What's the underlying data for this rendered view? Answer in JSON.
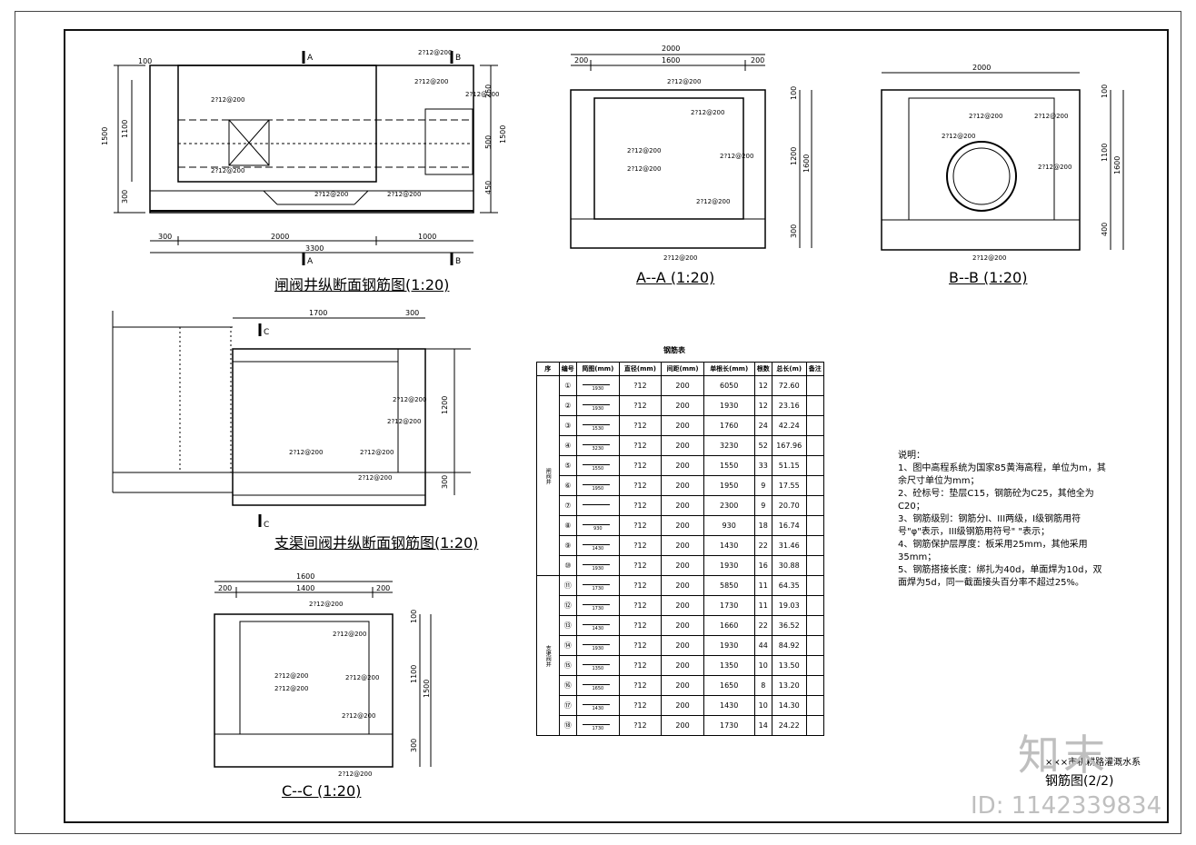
{
  "drawings": {
    "long_section": {
      "title": "闸阀井纵断面钢筋图(1:20)",
      "section_marks": [
        "A",
        "A",
        "B",
        "B"
      ],
      "dims": [
        "100",
        "1500",
        "1100",
        "300",
        "250",
        "500",
        "1500",
        "450",
        "300",
        "2000",
        "1000",
        "3300"
      ],
      "rebar_tags": [
        "2?12@200",
        "2?12@200",
        "2?12@200",
        "2?12@200",
        "2?12@200",
        "2?12@200",
        "2?12@200"
      ]
    },
    "section_aa": {
      "title": "A--A  (1:20)",
      "dims": [
        "2000",
        "200",
        "1600",
        "200",
        "100",
        "1200",
        "1600",
        "300"
      ],
      "rebar_tags": [
        "2?12@200",
        "2?12@200",
        "2?12@200",
        "2?12@200",
        "2?12@200",
        "2?12@200",
        "2?12@200"
      ]
    },
    "section_bb": {
      "title": "B--B  (1:20)",
      "dims": [
        "2000",
        "100",
        "1100",
        "1600",
        "400"
      ],
      "rebar_tags": [
        "2?12@200",
        "2?12@200",
        "2?12@200",
        "2?12@200",
        "2?12@200"
      ]
    },
    "branch_section": {
      "title": "支渠间阀井纵断面钢筋图(1:20)",
      "section_marks": [
        "C",
        "C"
      ],
      "dims": [
        "1700",
        "300",
        "1200",
        "300"
      ],
      "rebar_tags": [
        "2?12@200",
        "2?12@200",
        "2?12@200",
        "2?12@200",
        "2?12@200"
      ]
    },
    "section_cc": {
      "title": "C--C (1:20)",
      "dims": [
        "1600",
        "200",
        "1400",
        "200",
        "100",
        "1100",
        "1500",
        "300"
      ],
      "rebar_tags": [
        "2?12@200",
        "2?12@200",
        "2?12@200",
        "2?12@200",
        "2?12@200",
        "2?12@200",
        "2?12@200"
      ]
    }
  },
  "rebar_table": {
    "title": "钢筋表",
    "headers": [
      "序",
      "编号",
      "简图(mm)",
      "直径(mm)",
      "间距(mm)",
      "单根长(mm)",
      "根数",
      "总长(m)",
      "备注"
    ],
    "groups": [
      "闸阀井",
      "支渠阀井"
    ],
    "rows": [
      {
        "no": "①",
        "shape_len": "1930",
        "dia": "?12",
        "spacing": "200",
        "len": "6050",
        "count": "12",
        "total": "72.60"
      },
      {
        "no": "②",
        "shape_len": "1930",
        "dia": "?12",
        "spacing": "200",
        "len": "1930",
        "count": "12",
        "total": "23.16"
      },
      {
        "no": "③",
        "shape_len": "1530",
        "dia": "?12",
        "spacing": "200",
        "len": "1760",
        "count": "24",
        "total": "42.24"
      },
      {
        "no": "④",
        "shape_len": "3230",
        "dia": "?12",
        "spacing": "200",
        "len": "3230",
        "count": "52",
        "total": "167.96"
      },
      {
        "no": "⑤",
        "shape_len": "1550",
        "dia": "?12",
        "spacing": "200",
        "len": "1550",
        "count": "33",
        "total": "51.15"
      },
      {
        "no": "⑥",
        "shape_len": "1950",
        "dia": "?12",
        "spacing": "200",
        "len": "1950",
        "count": "9",
        "total": "17.55"
      },
      {
        "no": "⑦",
        "shape_len": "",
        "dia": "?12",
        "spacing": "200",
        "len": "2300",
        "count": "9",
        "total": "20.70"
      },
      {
        "no": "⑧",
        "shape_len": "930",
        "dia": "?12",
        "spacing": "200",
        "len": "930",
        "count": "18",
        "total": "16.74"
      },
      {
        "no": "⑨",
        "shape_len": "1430",
        "dia": "?12",
        "spacing": "200",
        "len": "1430",
        "count": "22",
        "total": "31.46"
      },
      {
        "no": "⑩",
        "shape_len": "1930",
        "dia": "?12",
        "spacing": "200",
        "len": "1930",
        "count": "16",
        "total": "30.88"
      },
      {
        "no": "⑪",
        "shape_len": "1730",
        "dia": "?12",
        "spacing": "200",
        "len": "5850",
        "count": "11",
        "total": "64.35"
      },
      {
        "no": "⑫",
        "shape_len": "1730",
        "dia": "?12",
        "spacing": "200",
        "len": "1730",
        "count": "11",
        "total": "19.03"
      },
      {
        "no": "⑬",
        "shape_len": "1430",
        "dia": "?12",
        "spacing": "200",
        "len": "1660",
        "count": "22",
        "total": "36.52"
      },
      {
        "no": "⑭",
        "shape_len": "1930",
        "dia": "?12",
        "spacing": "200",
        "len": "1930",
        "count": "44",
        "total": "84.92"
      },
      {
        "no": "⑮",
        "shape_len": "1350",
        "dia": "?12",
        "spacing": "200",
        "len": "1350",
        "count": "10",
        "total": "13.50"
      },
      {
        "no": "⑯",
        "shape_len": "1650",
        "dia": "?12",
        "spacing": "200",
        "len": "1650",
        "count": "8",
        "total": "13.20"
      },
      {
        "no": "⑰",
        "shape_len": "1430",
        "dia": "?12",
        "spacing": "200",
        "len": "1430",
        "count": "10",
        "total": "14.30"
      },
      {
        "no": "⑱",
        "shape_len": "1730",
        "dia": "?12",
        "spacing": "200",
        "len": "1730",
        "count": "14",
        "total": "24.22"
      }
    ]
  },
  "notes": {
    "heading": "说明：",
    "items": [
      "1、图中高程系统为国家85黄海高程，单位为m，其余尺寸单位为mm；",
      "2、砼标号：垫层C15，钢筋砼为C25，其他全为C20；",
      "3、钢筋级别：钢筋分I、III两级，I级钢筋用符号\"φ\"表示，III级钢筋用符号\"  \"表示；",
      "4、钢筋保护层厚度：板采用25mm，其他采用35mm；",
      "5、钢筋搭接长度：绑扎为40d，单面焊为10d，双面焊为5d，同一截面接头百分率不超过25%。"
    ]
  },
  "title_block": {
    "project": "×××市机耕路灌溉水系",
    "drawing": "钢筋图(2/2)"
  },
  "watermark": {
    "logo": "知末",
    "id": "ID: 1142339834"
  }
}
